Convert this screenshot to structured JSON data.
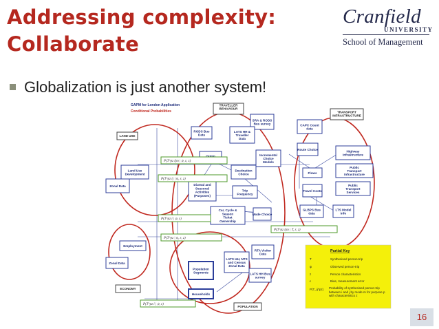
{
  "slide": {
    "title": "Addressing complexity: Collaborate",
    "bullet": "Globalization is just another system!",
    "page_number": "16"
  },
  "logo": {
    "wordmark": "Cranfield",
    "university": "UNIVERSITY",
    "school": "School of Management"
  },
  "colors": {
    "title": "#b5281f",
    "ellipse": "#c0281f",
    "node_border": "#2c3e9a",
    "formula_border": "#4c9a2a",
    "key_bg": "#f4f00a"
  },
  "diagram": {
    "title": "GAPM for London Application",
    "subtitle": "Conditional Probabilities",
    "nodes": {
      "traveller_behaviour": "TRAVELLER BEHAVIOUR",
      "transport_infrastructure": "TRANSPORT INFRASTRUCTURE",
      "land_use": "LAND USE",
      "rods_bus": "RODS Bus Data",
      "lats_hh": "LATS HH & Traveller Data",
      "sra_rods": "SRA & RODS Bus survey",
      "capc_count": "CAPC Count data",
      "origin_choice": "Origin Choice",
      "incremental_choice": "Incremental Choice Models",
      "route_choice": "Route Choice",
      "highway": "Highway Infrastructure",
      "destination_choice": "Destination Choice",
      "public_transport_infra": "Public Transport Infrastructure",
      "land_use_dev": "Land Use Development",
      "flows": "Flows",
      "zonal_data_1": "Zonal Data",
      "diurnal": "Diurnal and Seasonal Activities (Purposes)",
      "trip_frequency": "Trip Frequency",
      "travel_costs": "Travel Costs",
      "public_transport_services": "Public Transport Services",
      "car_cycle": "Car, Cycle & Season Ticket Ownership",
      "mode_choice": "Mode Choice",
      "glbps": "GLBPS Bus data",
      "lts_model": "LTS Model Info",
      "employment": "Employment",
      "rta_visitor": "RTA Visitor Data",
      "zonal_data_2": "Zonal Data",
      "lats_nts": "LATS HH, NTS and Census Zonal Data",
      "population_segments": "Population Segments",
      "lats_hh_survey": "LATS HH Bus survey",
      "economy": "ECONOMY",
      "households": "Households",
      "population": "POPULATION"
    },
    "key": {
      "title": "Partial Key",
      "items": [
        {
          "symbol": "T",
          "text": "Synthesised person-trip"
        },
        {
          "symbol": "ψ",
          "text": "Observed person-trip"
        },
        {
          "symbol": "z",
          "text": "Person characteristics"
        },
        {
          "symbol": "ε",
          "text": "Bias, measurement error"
        },
        {
          "symbol": "P(T_ij^pz)",
          "text": "Probability of synthesised person-trip between i and j by mode m for purpose p with characteristics z"
        }
      ]
    }
  }
}
